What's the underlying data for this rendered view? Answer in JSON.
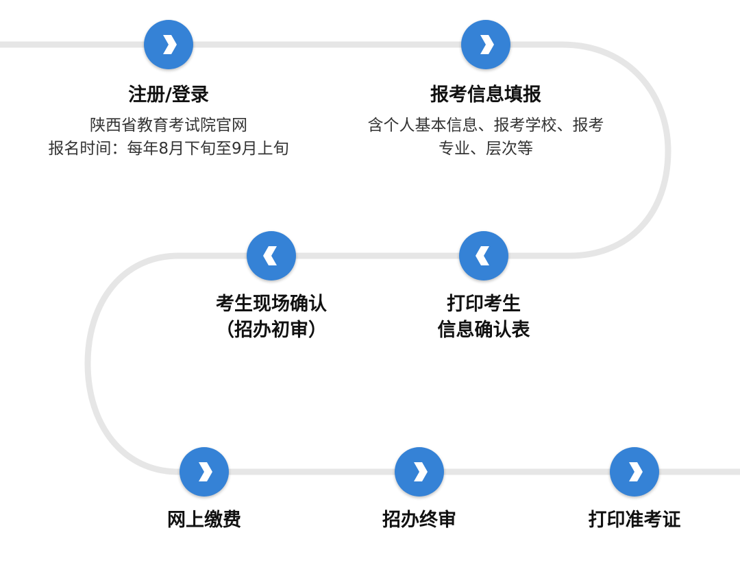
{
  "colors": {
    "accent": "#3582d6",
    "track": "#e6e6e6"
  },
  "steps": [
    {
      "title": "注册/登录",
      "desc": [
        "陕西省教育考试院官网",
        "报名时间：每年8月下旬至9月上旬"
      ],
      "direction": "right",
      "icon": "chevron-right-icon"
    },
    {
      "title": "报考信息填报",
      "desc": [
        "含个人基本信息、报考学校、报考",
        "专业、层次等"
      ],
      "direction": "right",
      "icon": "chevron-right-icon"
    },
    {
      "title": [
        "打印考生",
        "信息确认表"
      ],
      "desc": [],
      "direction": "left",
      "icon": "chevron-left-icon"
    },
    {
      "title": [
        "考生现场确认",
        "（招办初审）"
      ],
      "desc": [],
      "direction": "left",
      "icon": "chevron-left-icon"
    },
    {
      "title": "网上缴费",
      "desc": [],
      "direction": "right",
      "icon": "chevron-right-icon"
    },
    {
      "title": "招办终审",
      "desc": [],
      "direction": "right",
      "icon": "chevron-right-icon"
    },
    {
      "title": "打印准考证",
      "desc": [],
      "direction": "right",
      "icon": "chevron-right-icon"
    }
  ]
}
